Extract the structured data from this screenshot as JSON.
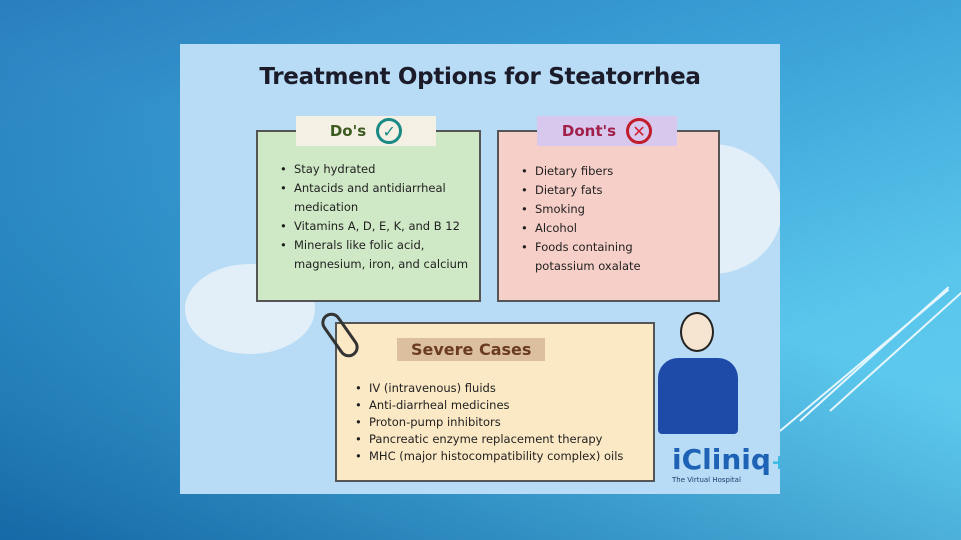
{
  "title": "Treatment Options for Steatorrhea",
  "dos": {
    "label": "Do's",
    "items": [
      "Stay hydrated",
      "Antacids and antidiarrheal medication",
      "Vitamins A, D, E, K, and B 12",
      "Minerals like folic acid, magnesium, iron, and calcium"
    ]
  },
  "donts": {
    "label": "Dont's",
    "items": [
      "Dietary fibers",
      "Dietary fats",
      "Smoking",
      "Alcohol",
      "Foods containing potassium oxalate"
    ]
  },
  "severe": {
    "label": "Severe Cases",
    "items": [
      "IV (intravenous) fluids",
      "Anti-diarrheal medicines",
      "Proton-pump inhibitors",
      "Pancreatic enzyme replacement therapy",
      "MHC (major histocompatibility complex) oils"
    ]
  },
  "logo": {
    "name": "iCliniq",
    "tagline": "The Virtual Hospital"
  },
  "colors": {
    "do_bg": "#cfe8c6",
    "dont_bg": "#f6cfc8",
    "severe_bg": "#fbe9c6",
    "card_bg": "#b8dcf5"
  }
}
